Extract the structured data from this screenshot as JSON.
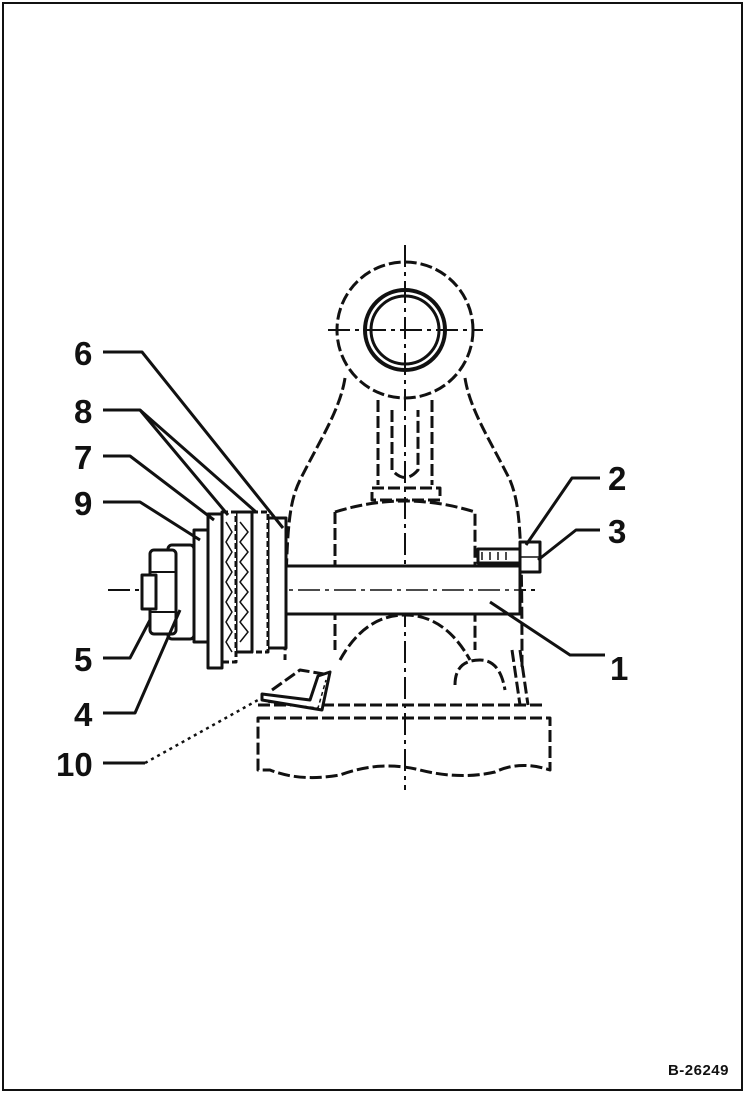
{
  "figure": {
    "callouts": [
      "1",
      "2",
      "3",
      "4",
      "5",
      "6",
      "7",
      "8",
      "9",
      "10"
    ],
    "figure_code": "B-26249"
  }
}
